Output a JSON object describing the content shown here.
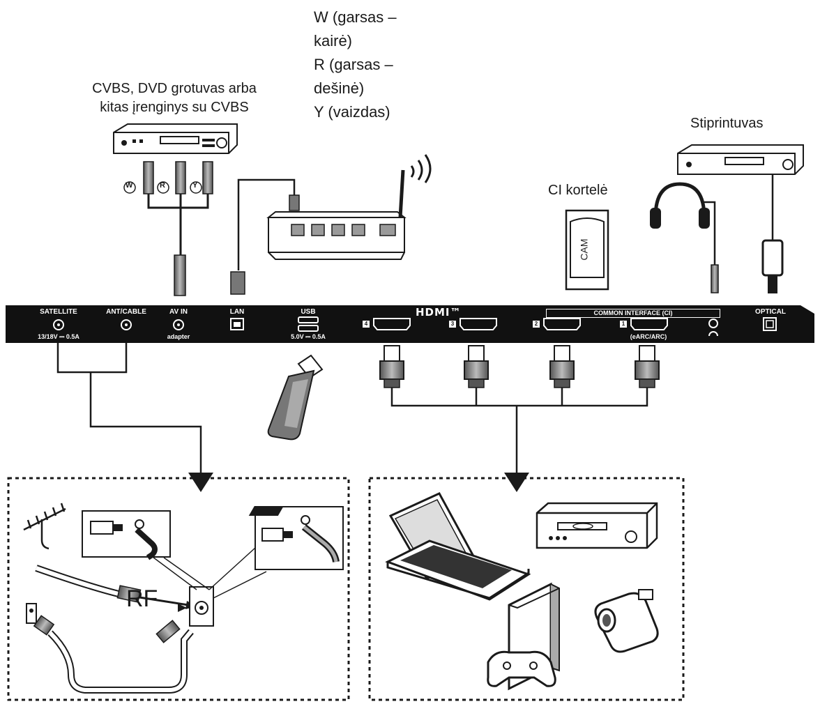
{
  "labels": {
    "audio_video_lines": [
      "W (garsas –",
      "kairė)",
      "R (garsas –",
      "dešinė)",
      "Y (vaizdas)"
    ],
    "cvbs_device_lines": [
      "CVBS, DVD grotuvas arba",
      "kitas įrenginys su CVBS"
    ],
    "amplifier": "Stiprintuvas",
    "ci_card": "CI kortelė",
    "cam": "CAM",
    "rf": "RF",
    "rca_w": "W",
    "rca_r": "R",
    "rca_y": "Y"
  },
  "panel": {
    "satellite": "SATELLITE",
    "satellite_spec": "13/18V ⎓ 0.5A",
    "ant_cable": "ANT/CABLE",
    "av_in": "AV IN",
    "av_adapter": "adapter",
    "lan": "LAN",
    "usb": "USB",
    "usb_spec": "5.0V ⎓ 0.5A",
    "hdmi_logo": "HDMI™",
    "hdmi_ports": [
      "4",
      "3",
      "2",
      "1"
    ],
    "earc": "(eARC/ARC)",
    "common_interface": "COMMON INTERFACE (CI)",
    "optical": "OPTICAL"
  },
  "colors": {
    "ink": "#1a1a1a",
    "panel": "#111111",
    "cable_gray": "#8c8c8c",
    "white": "#ffffff"
  }
}
